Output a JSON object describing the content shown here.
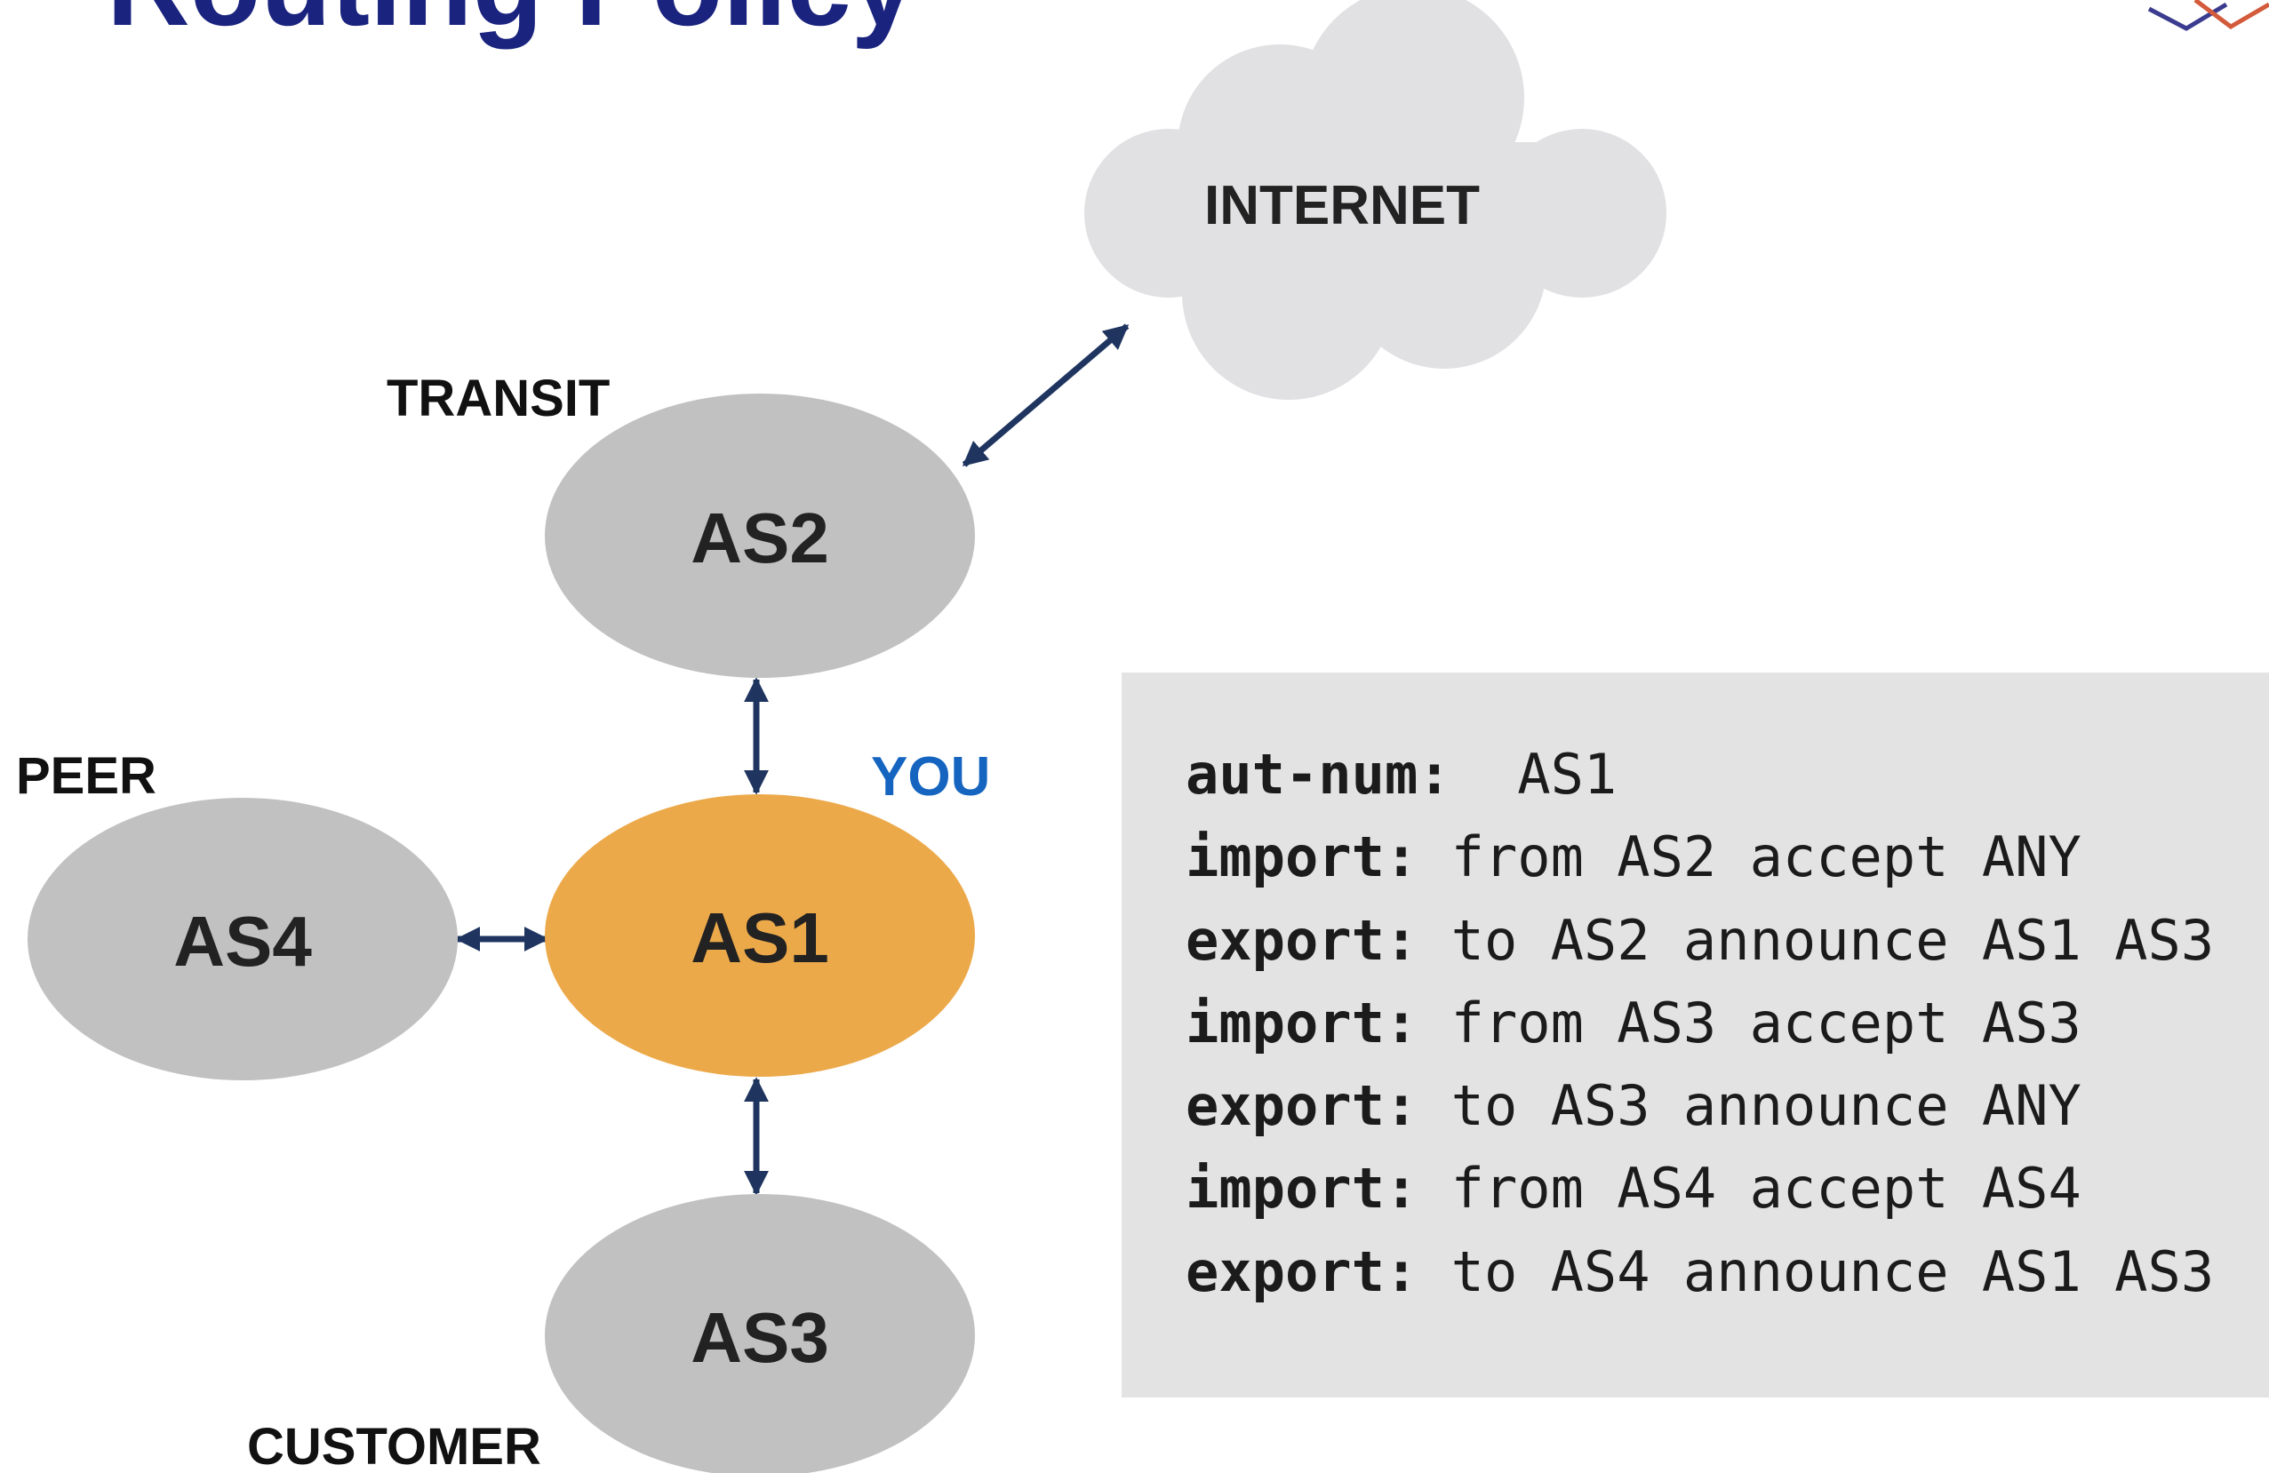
{
  "title": "Routing Policy",
  "colors": {
    "title": "#1a237e",
    "arrow": "#1f3560",
    "node_gray": "#c1c1c1",
    "node_you": "#eca94a",
    "cloud": "#e1e1e3",
    "you_label": "#1565c0",
    "policy_bg": "#e3e3e3"
  },
  "nodes": {
    "as1": "AS1",
    "as2": "AS2",
    "as3": "AS3",
    "as4": "AS4"
  },
  "roles": {
    "transit": "TRANSIT",
    "peer": "PEER",
    "customer": "CUSTOMER",
    "you": "YOU"
  },
  "cloud": {
    "label": "INTERNET"
  },
  "policy": {
    "lines": [
      {
        "key": "aut-num:",
        "sep": "  ",
        "value": "AS1"
      },
      {
        "key": "import:",
        "sep": " ",
        "value": "from AS2 accept ANY"
      },
      {
        "key": "export:",
        "sep": " ",
        "value": "to AS2 announce AS1 AS3"
      },
      {
        "key": "import:",
        "sep": " ",
        "value": "from AS3 accept AS3"
      },
      {
        "key": "export:",
        "sep": " ",
        "value": "to AS3 announce ANY"
      },
      {
        "key": "import:",
        "sep": " ",
        "value": "from AS4 accept AS4"
      },
      {
        "key": "export:",
        "sep": " ",
        "value": "to AS4 announce AS1 AS3"
      }
    ]
  }
}
